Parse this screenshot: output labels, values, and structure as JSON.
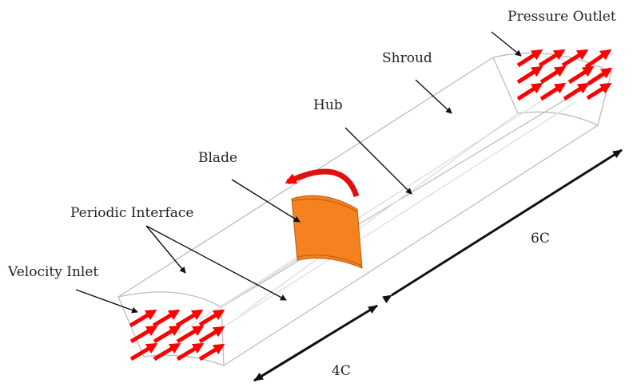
{
  "labels": {
    "pressure_outlet": "Pressure Outlet",
    "shroud": "Shroud",
    "hub": "Hub",
    "blade": "Blade",
    "periodic_interface": "Periodic Interface",
    "velocity_inlet": "Velocity Inlet"
  },
  "dimensions": {
    "downstream": "6C",
    "upstream": "4C"
  },
  "colors": {
    "flow_arrow": "#ff0000",
    "blade": "#f5821f",
    "rotation_arrow": "#e01010"
  }
}
